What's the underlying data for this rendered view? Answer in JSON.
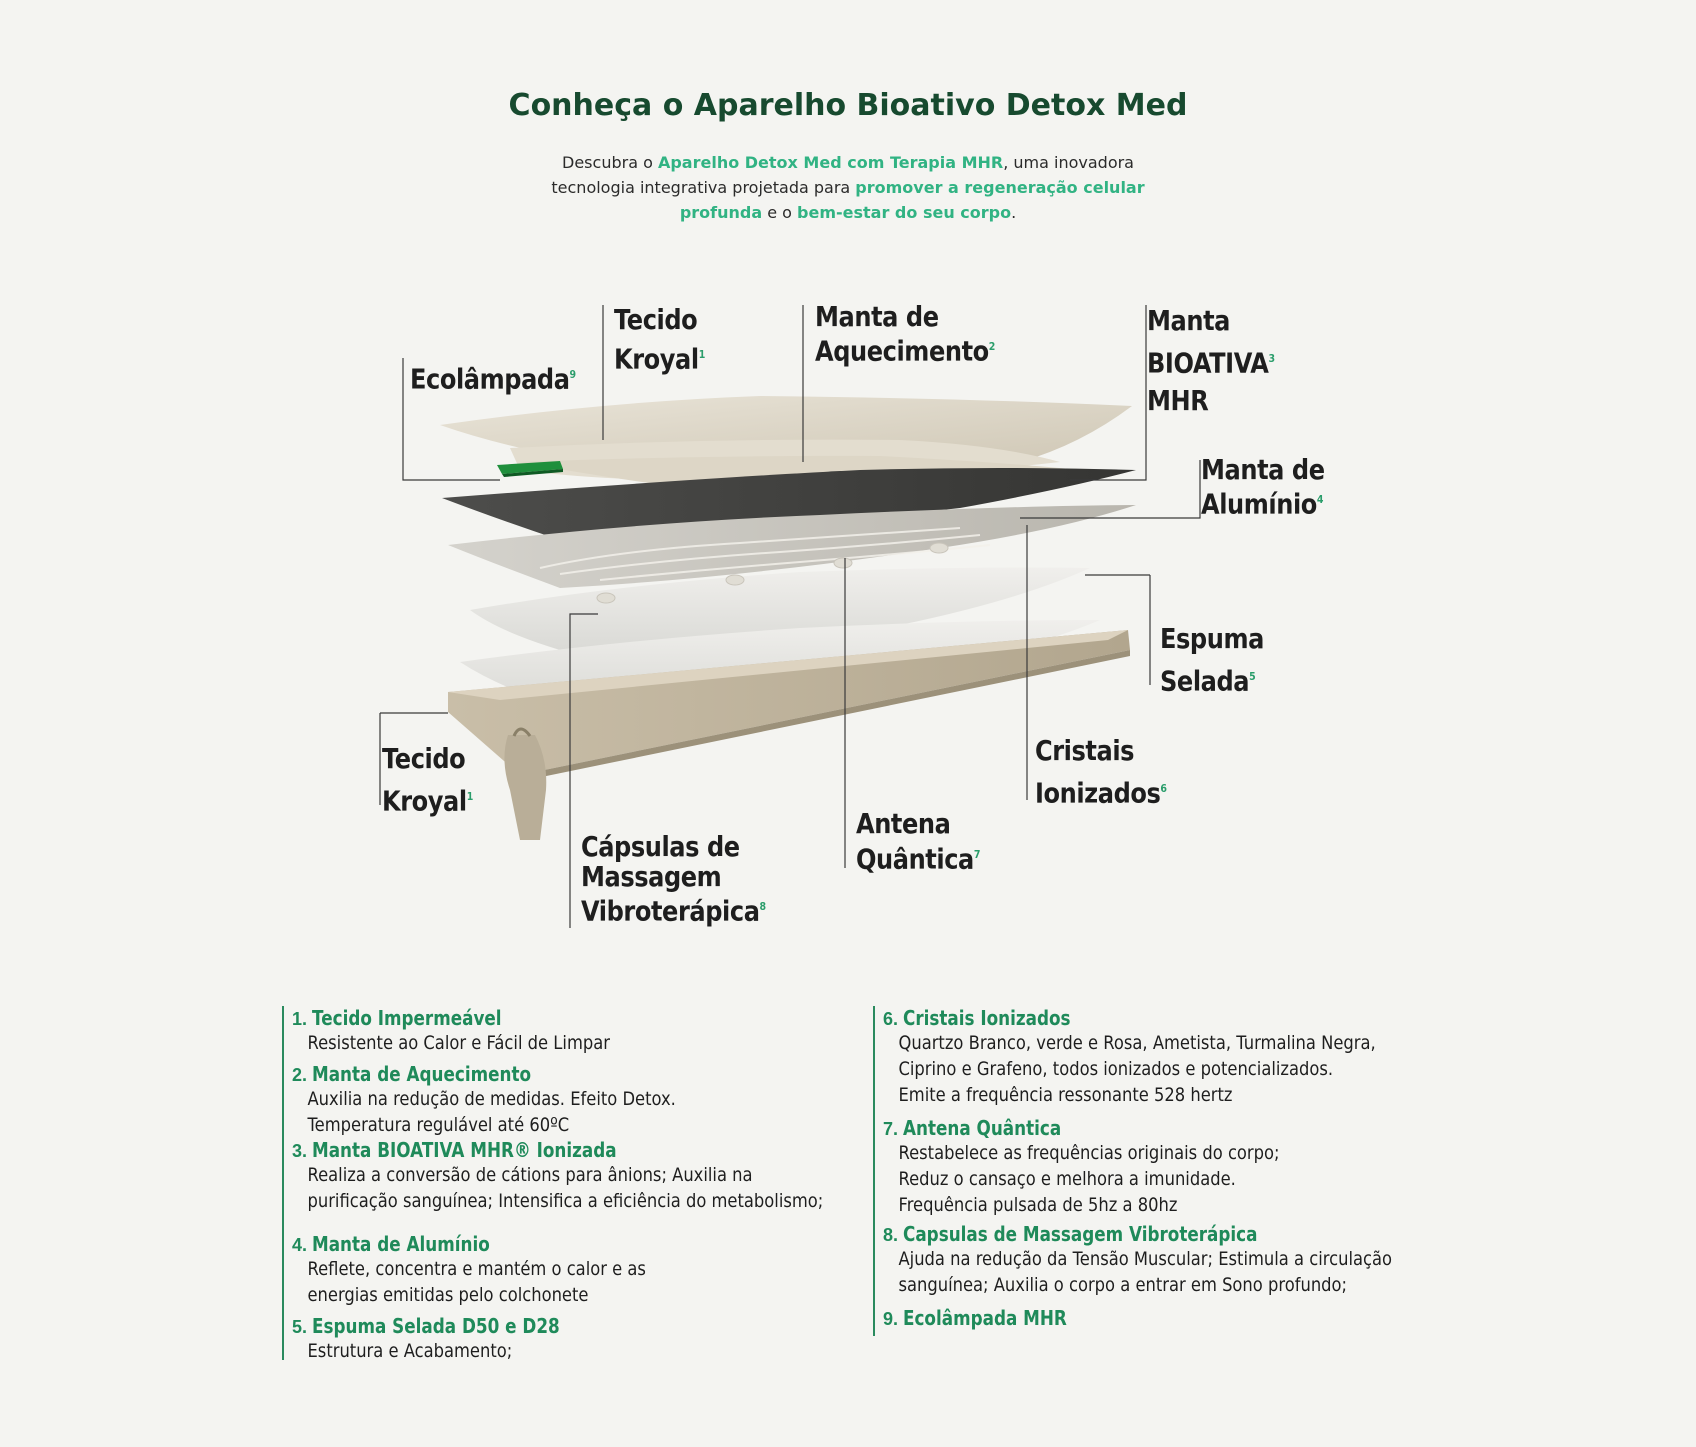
{
  "header": {
    "title": "Conheça o Aparelho Bioativo Detox Med",
    "intro": [
      {
        "t": "Descubra o ",
        "hl": false
      },
      {
        "t": "Aparelho Detox Med com Terapia MHR",
        "hl": true
      },
      {
        "t": ", uma inovadora tecnologia integrativa projetada para ",
        "hl": false
      },
      {
        "t": "promover a regeneração celular profunda",
        "hl": true
      },
      {
        "t": " e o ",
        "hl": false
      },
      {
        "t": "bem-estar do seu corpo",
        "hl": true
      },
      {
        "t": ".",
        "hl": false
      }
    ]
  },
  "callouts": {
    "ecolampada": {
      "text": "Ecolâmpada",
      "sup": "9"
    },
    "tecido_top": {
      "line1": "Tecido",
      "line2": "Kroyal",
      "sup": "1"
    },
    "manta_aquec": {
      "line1": "Manta de",
      "line2": "Aquecimento",
      "sup": "2"
    },
    "manta_bio": {
      "line1": "Manta",
      "line2": "BIOATIVA",
      "line3": "MHR",
      "sup": "3"
    },
    "manta_alum": {
      "line1": "Manta de",
      "line2": "Alumínio",
      "sup": "4"
    },
    "espuma": {
      "line1": "Espuma",
      "line2": "Selada",
      "sup": "5"
    },
    "cristais": {
      "line1": "Cristais",
      "line2": "Ionizados",
      "sup": "6"
    },
    "antena": {
      "line1": "Antena",
      "line2": "Quântica",
      "sup": "7"
    },
    "capsulas": {
      "line1": "Cápsulas de",
      "line2": "Massagem",
      "line3": "Vibroterápica",
      "sup": "8"
    },
    "tecido_bottom": {
      "line1": "Tecido",
      "line2": "Kroyal",
      "sup": "1"
    }
  },
  "legend_left": [
    {
      "num": "1.",
      "title": "Tecido Impermeável",
      "desc": "Resistente ao Calor e Fácil de Limpar"
    },
    {
      "num": "2.",
      "title": "Manta de Aquecimento",
      "desc": "Auxilia na redução de medidas. Efeito Detox.\nTemperatura regulável até 60ºC"
    },
    {
      "num": "3.",
      "title": "Manta BIOATIVA MHR® Ionizada",
      "desc": "Realiza a conversão de cátions para ânions; Auxilia na\npurificação sanguínea; Intensifica a eficiência do metabolismo;"
    },
    {
      "num": "4.",
      "title": "Manta de Alumínio",
      "desc": "Reflete, concentra e mantém o calor e as\nenergias emitidas pelo colchonete"
    },
    {
      "num": "5.",
      "title": "Espuma Selada D50 e D28",
      "desc": "Estrutura e Acabamento;"
    }
  ],
  "legend_right": [
    {
      "num": "6.",
      "title": "Cristais Ionizados",
      "desc": "Quartzo Branco, verde e Rosa, Ametista, Turmalina Negra,\nCiprino e Grafeno, todos ionizados e potencializados.\nEmite a frequência ressonante 528 hertz"
    },
    {
      "num": "7.",
      "title": "Antena Quântica",
      "desc": "Restabelece as frequências originais do corpo;\nReduz o cansaço e melhora a imunidade.\nFrequência pulsada de 5hz a 80hz"
    },
    {
      "num": "8.",
      "title": "Capsulas de Massagem Vibroterápica",
      "desc": "Ajuda na redução da Tensão Muscular; Estimula a circulação\nsanguínea; Auxilia o corpo a entrar em Sono profundo;"
    },
    {
      "num": "9.",
      "title": "Ecolâmpada MHR",
      "desc": ""
    }
  ],
  "colors": {
    "accent": "#31b383",
    "title": "#174a2f",
    "legend_head": "#1f8a5a"
  }
}
